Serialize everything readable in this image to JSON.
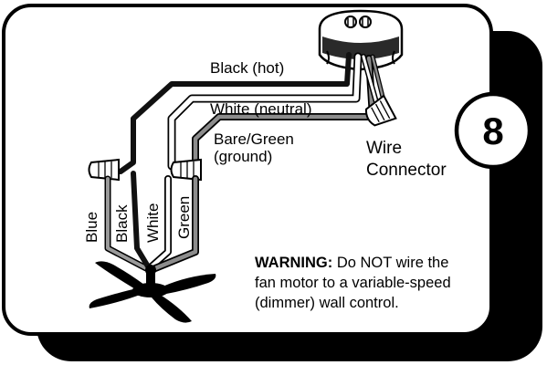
{
  "step_number": "8",
  "labels": {
    "black_hot": "Black (hot)",
    "white_neutral": "White (neutral)",
    "bare_green_line1": "Bare/Green",
    "bare_green_line2": "(ground)",
    "wire_connector_line1": "Wire",
    "wire_connector_line2": "Connector",
    "fan_blue": "Blue",
    "fan_black": "Black",
    "fan_white": "White",
    "fan_green": "Green"
  },
  "warning": {
    "bold": "WARNING:",
    "line1_rest": " Do NOT wire the",
    "line2": "fan motor to a variable-speed",
    "line3": "(dimmer) wall control."
  },
  "colors": {
    "panel_border": "#000000",
    "shadow": "#000000",
    "hot_wire": "#111111",
    "neutral_wire": "#ffffff",
    "ground_wire": "#8c8c8c",
    "blue_wire": "#9a9a9a"
  },
  "icons": [
    "ceiling-box-icon",
    "wire-nut-icon",
    "ceiling-fan-icon"
  ]
}
